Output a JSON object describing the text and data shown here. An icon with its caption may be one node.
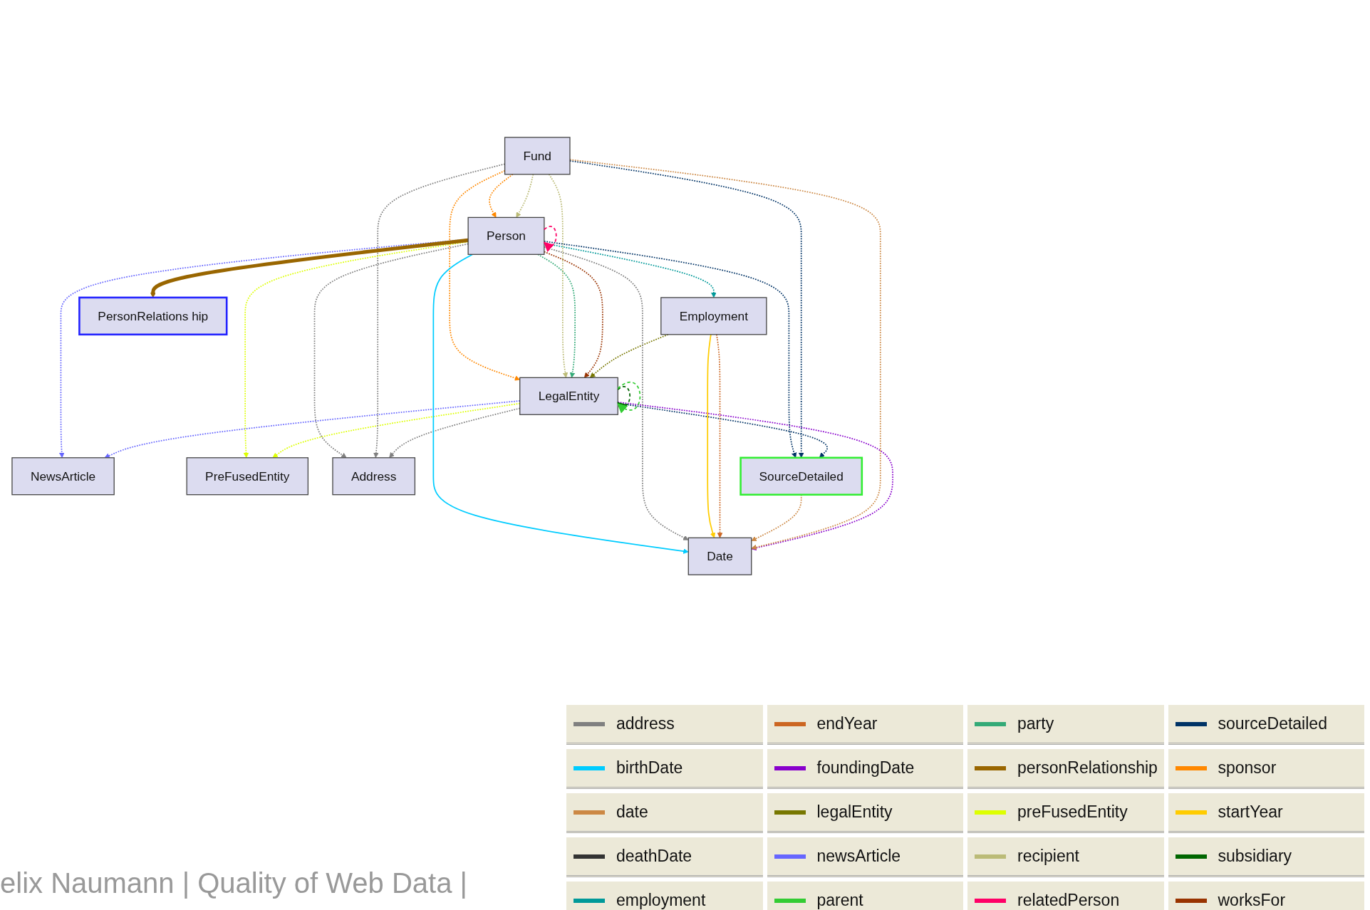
{
  "diagram": {
    "nodes": [
      {
        "text": [
          "LegalEntity"
        ]
      },
      {
        "text": [
          "NewsArticle"
        ]
      },
      {
        "text": [
          "PreFusedEntity"
        ]
      },
      {
        "text": [
          "Employment"
        ]
      },
      {
        "text": [
          "Address"
        ]
      },
      {
        "text": [
          "Fund"
        ]
      },
      {
        "text": [
          "SourceDetailed"
        ]
      },
      {
        "text": [
          "Person"
        ]
      },
      {
        "text": [
          "Date"
        ]
      },
      {
        "text": [
          "PersonRelations hip"
        ]
      }
    ],
    "edges": [
      {
        "from": 0,
        "to": 0,
        "arrow": "to",
        "style": "dashed",
        "color": "#006600"
      },
      {
        "from": 0,
        "to": 0,
        "arrow": "to",
        "style": "dashed",
        "color": "#33cc33"
      },
      {
        "from": 0,
        "to": 1,
        "arrow": "to",
        "style": "dashed",
        "color": "#6666ff"
      },
      {
        "from": 0,
        "to": 2,
        "arrow": "to",
        "style": "dashed",
        "color": "#ddff00"
      },
      {
        "from": 3,
        "to": 0,
        "arrow": "to",
        "style": "dashed",
        "color": "#777700"
      },
      {
        "from": 7,
        "to": 0,
        "arrow": "to",
        "style": "dashed",
        "color": "#993300"
      },
      {
        "from": 7,
        "to": 0,
        "arrow": "to",
        "style": "dashed",
        "color": "#33aa77"
      },
      {
        "from": 5,
        "to": 0,
        "arrow": "to",
        "style": "dashed",
        "color": "#bbbb77"
      },
      {
        "from": 5,
        "to": 0,
        "arrow": "to",
        "style": "dashed",
        "color": "#ff8800"
      },
      {
        "from": 0,
        "to": 6,
        "arrow": "to",
        "style": "dashed",
        "color": "#003366"
      },
      {
        "from": 0,
        "to": 4,
        "arrow": "to",
        "style": "dashed",
        "color": "#808080"
      },
      {
        "from": 0,
        "to": 8,
        "arrow": "to",
        "style": "dashed",
        "color": "#8800cc"
      },
      {
        "from": 5,
        "to": 4,
        "arrow": "to",
        "style": "dashed",
        "color": "#808080"
      },
      {
        "from": 5,
        "to": 6,
        "arrow": "to",
        "style": "dashed",
        "color": "#003366"
      },
      {
        "from": 5,
        "to": 8,
        "arrow": "to",
        "style": "dashed",
        "color": "#cc8844"
      },
      {
        "from": 6,
        "to": 8,
        "arrow": "to",
        "style": "dashed",
        "color": "#cc8844"
      },
      {
        "from": 7,
        "to": 1,
        "arrow": "to",
        "style": "dashed",
        "color": "#6666ff"
      },
      {
        "from": 7,
        "to": 2,
        "arrow": "to",
        "style": "dashed",
        "color": "#ddff00"
      },
      {
        "from": 7,
        "to": 3,
        "arrow": "to",
        "style": "dashed",
        "color": "#009999"
      },
      {
        "from": 5,
        "to": 7,
        "arrow": "to",
        "style": "dashed",
        "color": "#bbbb77"
      },
      {
        "from": 5,
        "to": 7,
        "arrow": "to",
        "style": "dashed",
        "color": "#ff8800"
      },
      {
        "from": 7,
        "to": 4,
        "arrow": "to",
        "style": "dashed",
        "color": "#808080"
      },
      {
        "from": 7,
        "to": 6,
        "arrow": "to",
        "style": "dashed",
        "color": "#003366"
      },
      {
        "from": 3,
        "to": 8,
        "arrow": "to",
        "style": "dashed",
        "color": "#cc6622"
      },
      {
        "from": 3,
        "to": 8,
        "arrow": "to",
        "color": "#ffcc00"
      },
      {
        "from": 7,
        "to": 7,
        "arrow": "to",
        "style": "dashed",
        "color": "#ff0066"
      },
      {
        "from": 7,
        "to": 8,
        "arrow": "to",
        "style": "dashed",
        "color": "#808080"
      },
      {
        "from": 7,
        "to": 9,
        "arrow": "to",
        "style": "thick",
        "color": "#996600"
      },
      {
        "from": 7,
        "to": 8,
        "arrow": "to",
        "color": "#00ccff"
      }
    ],
    "labels": [
      "elix Naumann | Quality of Web Data |"
    ],
    "legend": [
      {
        "text": "address",
        "color": "#808080"
      },
      {
        "text": "birthDate",
        "color": "#00ccff"
      },
      {
        "text": "date",
        "color": "#cc8844"
      },
      {
        "text": "deathDate",
        "color": "#333333"
      },
      {
        "text": "employment",
        "color": "#009999"
      },
      {
        "text": "endYear",
        "color": "#cc6622"
      },
      {
        "text": "foundingDate",
        "color": "#8800cc"
      },
      {
        "text": "legalEntity",
        "color": "#777700"
      },
      {
        "text": "newsArticle",
        "color": "#6666ff"
      },
      {
        "text": "parent",
        "color": "#33cc33"
      },
      {
        "text": "party",
        "color": "#33aa77"
      },
      {
        "text": "personRelationship",
        "color": "#996600"
      },
      {
        "text": "preFusedEntity",
        "color": "#ddff00"
      },
      {
        "text": "recipient",
        "color": "#bbbb77"
      },
      {
        "text": "relatedPerson",
        "color": "#ff0066"
      },
      {
        "text": "sourceDetailed",
        "color": "#003366"
      },
      {
        "text": "sponsor",
        "color": "#ff8800"
      },
      {
        "text": "startYear",
        "color": "#ffcc00"
      },
      {
        "text": "subsidiary",
        "color": "#006600"
      },
      {
        "text": "worksFor",
        "color": "#993300"
      }
    ]
  }
}
